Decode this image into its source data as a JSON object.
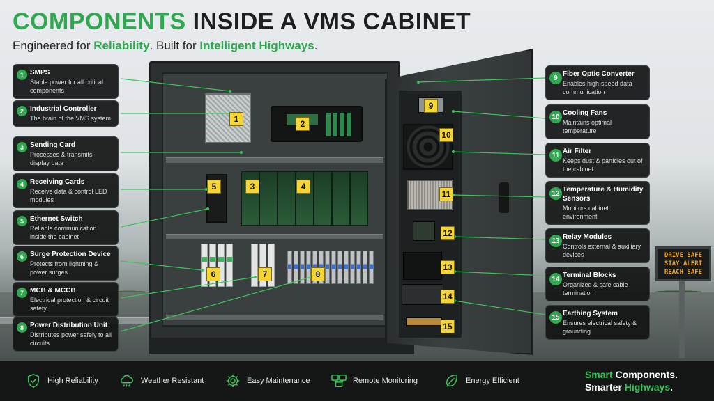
{
  "header": {
    "title_accent": "COMPONENTS",
    "title_rest": " INSIDE A VMS CABINET",
    "subtitle_pre": "Engineered for ",
    "subtitle_g1": "Reliability",
    "subtitle_mid": ". Built for ",
    "subtitle_g2": "Intelligent Highways",
    "subtitle_post": "."
  },
  "badges": [
    "1",
    "2",
    "3",
    "4",
    "5",
    "6",
    "7",
    "8",
    "9",
    "10",
    "11",
    "12",
    "13",
    "14",
    "15"
  ],
  "components_left": [
    {
      "num": "1",
      "name": "SMPS",
      "desc": "Stable power for all critical components"
    },
    {
      "num": "2",
      "name": "Industrial Controller",
      "desc": "The brain of the VMS system"
    },
    {
      "num": "3",
      "name": "Sending Card",
      "desc": "Processes & transmits display data"
    },
    {
      "num": "4",
      "name": "Receiving Cards",
      "desc": "Receive data & control LED modules"
    },
    {
      "num": "5",
      "name": "Ethernet Switch",
      "desc": "Reliable communication inside the cabinet"
    },
    {
      "num": "6",
      "name": "Surge Protection Device",
      "desc": "Protects from lightning & power surges"
    },
    {
      "num": "7",
      "name": "MCB & MCCB",
      "desc": "Electrical protection & circuit safety"
    },
    {
      "num": "8",
      "name": "Power Distribution Unit",
      "desc": "Distributes power safely to all circuits"
    }
  ],
  "components_right": [
    {
      "num": "9",
      "name": "Fiber Optic Converter",
      "desc": "Enables high-speed data communication"
    },
    {
      "num": "10",
      "name": "Cooling Fans",
      "desc": "Maintains optimal temperature"
    },
    {
      "num": "11",
      "name": "Air Filter",
      "desc": "Keeps dust & particles out of the cabinet"
    },
    {
      "num": "12",
      "name": "Temperature & Humidity Sensors",
      "desc": "Monitors cabinet environment"
    },
    {
      "num": "13",
      "name": "Relay Modules",
      "desc": "Controls external & auxiliary devices"
    },
    {
      "num": "14",
      "name": "Terminal Blocks",
      "desc": "Organized & safe cable termination"
    },
    {
      "num": "15",
      "name": "Earthing System",
      "desc": "Ensures electrical safety & grounding"
    }
  ],
  "sign": {
    "line1": "DRIVE SAFE",
    "line2": "STAY ALERT",
    "line3": "REACH SAFE"
  },
  "footer": {
    "features": [
      {
        "label": "High Reliability",
        "icon": "shield-check-icon"
      },
      {
        "label": "Weather Resistant",
        "icon": "cloud-rain-icon"
      },
      {
        "label": "Easy Maintenance",
        "icon": "gear-icon"
      },
      {
        "label": "Remote Monitoring",
        "icon": "network-monitor-icon"
      },
      {
        "label": "Energy Efficient",
        "icon": "leaf-icon"
      }
    ],
    "tagline_g1": "Smart",
    "tagline_l1": " Components.",
    "tagline_l2a": "Smarter ",
    "tagline_g2": "Highways",
    "tagline_l2b": "."
  },
  "colors": {
    "accent": "#2fa84f",
    "badge": "#f4d534",
    "line": "#3fc35c",
    "card_bg": "#121414",
    "sign_text": "#f2a51e"
  }
}
